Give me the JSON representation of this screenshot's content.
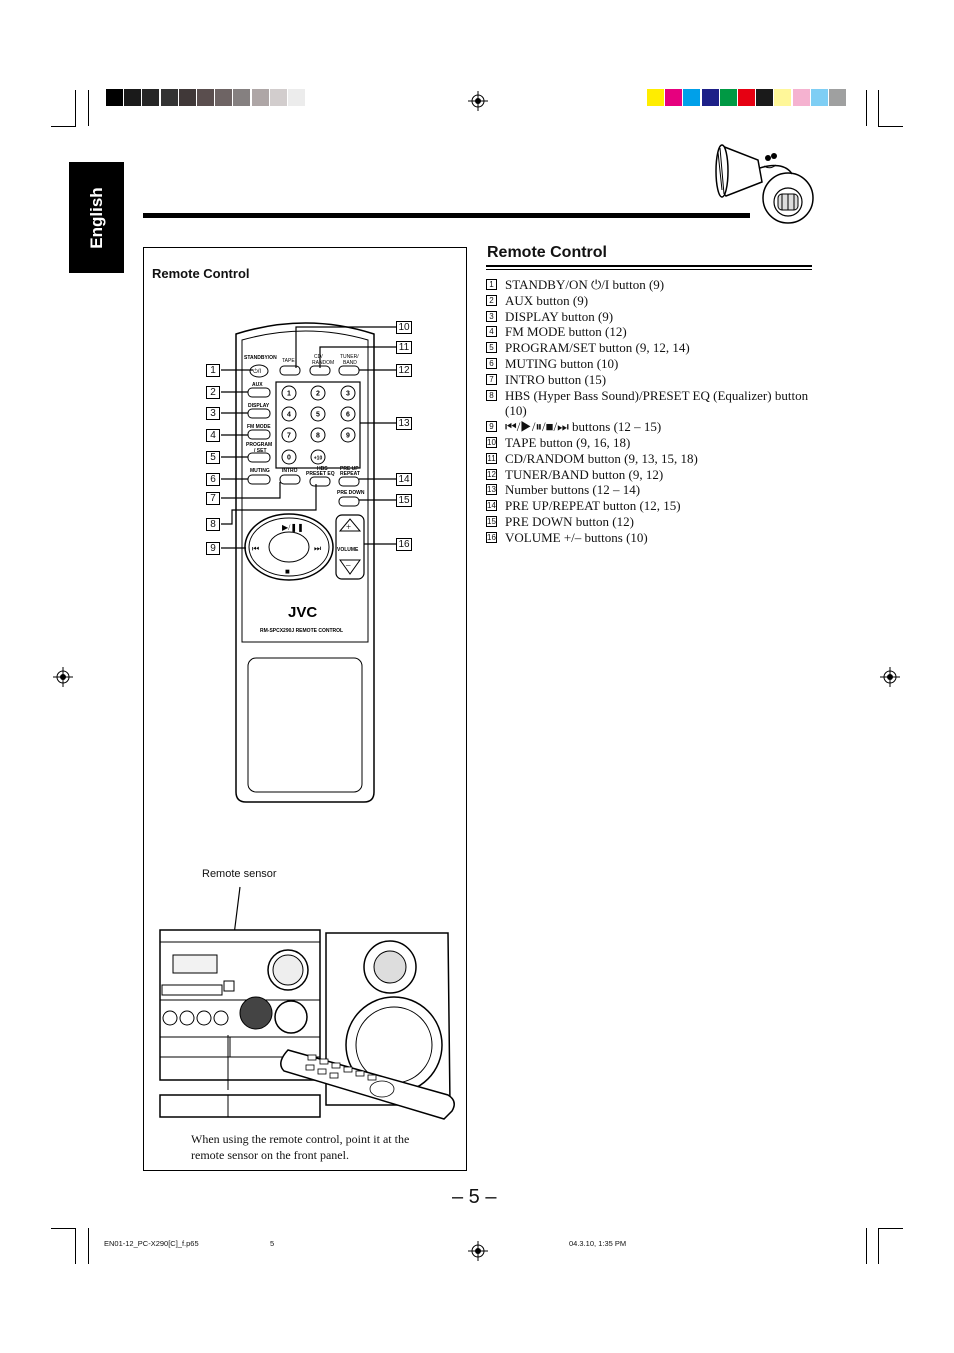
{
  "sidebar": {
    "language_tab": "English"
  },
  "figure": {
    "title": "Remote Control",
    "remote_labels": {
      "standby": "STANDBY/ON",
      "standby_symbol": "⏻/I",
      "tape": "TAPE",
      "cd": "CD/",
      "random": "RANDOM",
      "tuner": "TUNER/",
      "band": "BAND",
      "aux": "AUX",
      "display": "DISPLAY",
      "fm_mode": "FM MODE",
      "program": "PROGRAM",
      "set": "/ SET",
      "muting": "MUTING",
      "intro": "INTRO",
      "hbs": "HBS",
      "preset_eq": "PRESET EQ",
      "pre_up": "PRE UP",
      "repeat": "REPEAT",
      "pre_down": "PRE DOWN",
      "volume": "VOLUME",
      "brand": "JVC",
      "model": "RM-SPCX290J REMOTE CONTROL",
      "numbers": [
        "1",
        "2",
        "3",
        "4",
        "5",
        "6",
        "7",
        "8",
        "9",
        "0",
        "+10"
      ]
    },
    "callouts": [
      "1",
      "2",
      "3",
      "4",
      "5",
      "6",
      "7",
      "8",
      "9",
      "10",
      "11",
      "12",
      "13",
      "14",
      "15",
      "16"
    ],
    "sensor_label": "Remote sensor",
    "caption": "When using the remote control, point it at the remote sensor on the front panel."
  },
  "section": {
    "title": "Remote Control",
    "items": [
      {
        "num": "1",
        "text": "STANDBY/ON ⏻/I button (9)"
      },
      {
        "num": "2",
        "text": "AUX button (9)"
      },
      {
        "num": "3",
        "text": "DISPLAY button (9)"
      },
      {
        "num": "4",
        "text": "FM MODE button (12)"
      },
      {
        "num": "5",
        "text": "PROGRAM/SET button (9, 12, 14)"
      },
      {
        "num": "6",
        "text": "MUTING button (10)"
      },
      {
        "num": "7",
        "text": "INTRO button (15)"
      },
      {
        "num": "8",
        "text": "HBS (Hyper Bass Sound)/PRESET EQ (Equalizer) button (10)"
      },
      {
        "num": "9",
        "text": "⏮/▶/⏸/■/⏭ buttons (12 – 15)"
      },
      {
        "num": "10",
        "text": "TAPE button (9, 16, 18)"
      },
      {
        "num": "11",
        "text": "CD/RANDOM button (9, 13, 15, 18)"
      },
      {
        "num": "12",
        "text": "TUNER/BAND button (9, 12)"
      },
      {
        "num": "13",
        "text": "Number buttons (12 – 14)"
      },
      {
        "num": "14",
        "text": "PRE UP/REPEAT button (12, 15)"
      },
      {
        "num": "15",
        "text": "PRE DOWN button (12)"
      },
      {
        "num": "16",
        "text": "VOLUME +/– buttons (10)"
      }
    ]
  },
  "page_number": "– 5 –",
  "footer": {
    "file": "EN01-12_PC-X290[C]_f.p65",
    "page": "5",
    "timestamp": "04.3.10, 1:35 PM"
  },
  "colors": {
    "gray_bar": [
      "#000000",
      "#1a1a1a",
      "#262626",
      "#333333",
      "#403838",
      "#5a4e4e",
      "#6e6464",
      "#858080",
      "#aea6a6",
      "#d2cdcd",
      "#ececec"
    ],
    "color_bar": [
      "#ffed00",
      "#e6007e",
      "#00a0e9",
      "#1d2088",
      "#009944",
      "#e60012",
      "#1a1a1a",
      "#fff799",
      "#f5b2d0",
      "#7ecef4",
      "#9fa0a0"
    ]
  }
}
